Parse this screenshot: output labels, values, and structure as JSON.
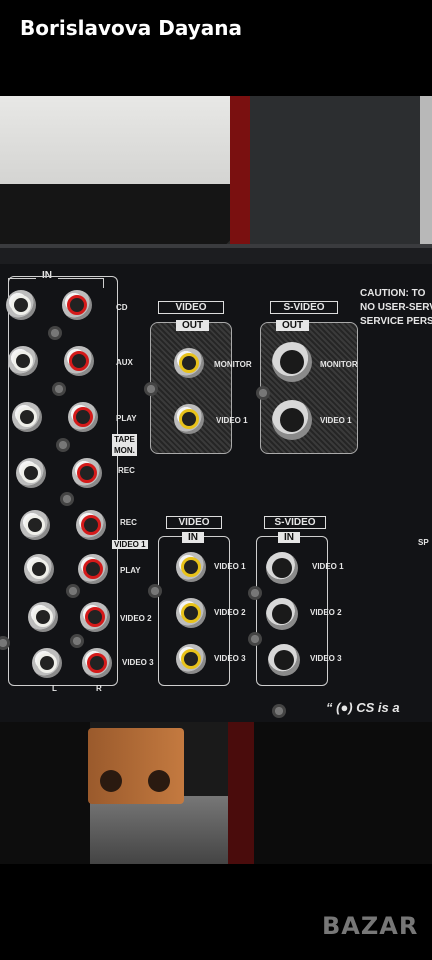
{
  "header": {
    "title": "Borislavova Dayana"
  },
  "panel": {
    "in_label": "IN",
    "left_column_labels": [
      "CD",
      "AUX",
      "PLAY",
      "REC",
      "REC",
      "PLAY",
      "VIDEO 2",
      "VIDEO 3"
    ],
    "tape_label": "TAPE\nMON.",
    "video1_tag": "VIDEO 1",
    "channel_l": "L",
    "channel_r": "R",
    "video_out": {
      "title": "VIDEO",
      "sub": "OUT",
      "labels": [
        "MONITOR",
        "VIDEO 1"
      ]
    },
    "svideo_out": {
      "title": "S-VIDEO",
      "sub": "OUT",
      "labels": [
        "MONITOR",
        "VIDEO 1"
      ]
    },
    "video_in": {
      "title": "VIDEO",
      "sub": "IN",
      "labels": [
        "VIDEO 1",
        "VIDEO 2",
        "VIDEO 3"
      ]
    },
    "svideo_in": {
      "title": "S-VIDEO",
      "sub": "IN",
      "labels": [
        "VIDEO 1",
        "VIDEO 2",
        "VIDEO 3"
      ]
    },
    "caution_lines": [
      "CAUTION: TO",
      "NO USER-SERV",
      "SERVICE PERSO"
    ],
    "trademark": "“ (●) CS is a",
    "side_text": "SP"
  },
  "watermark": "BAZAR",
  "colors": {
    "rca_red": "#d41a1a",
    "rca_white": "#efefea",
    "rca_yellow": "#e8c21a"
  }
}
